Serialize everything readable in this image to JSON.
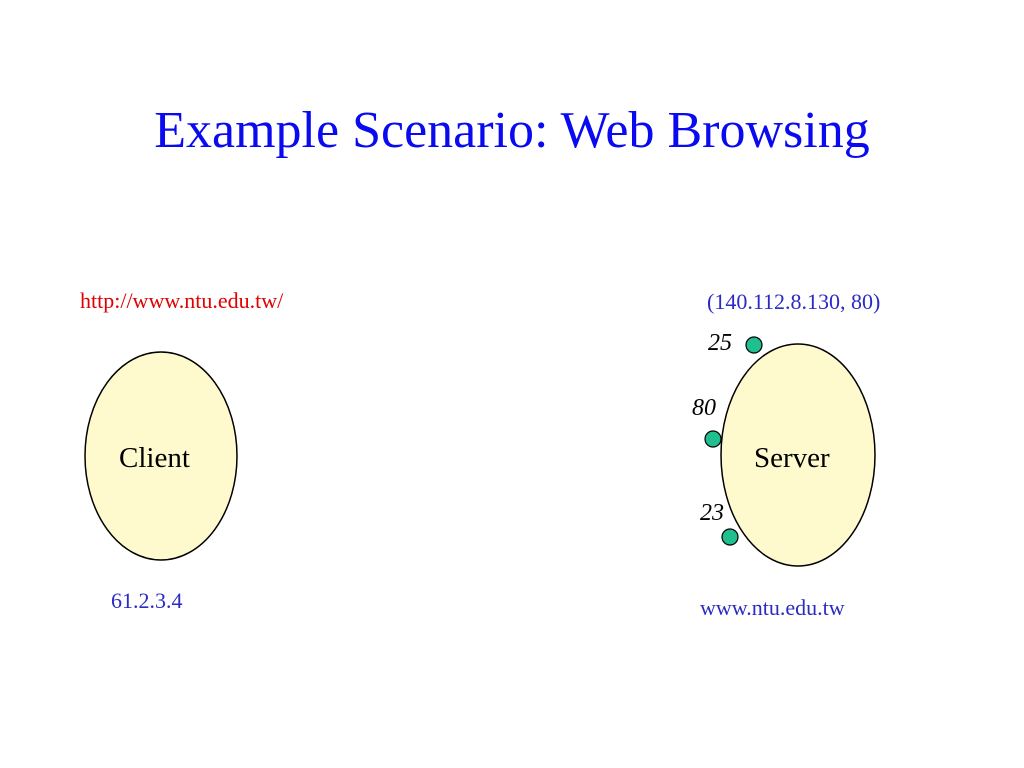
{
  "title": "Example Scenario: Web Browsing",
  "client": {
    "url": "http://www.ntu.edu.tw/",
    "label": "Client",
    "ip": "61.2.3.4"
  },
  "server": {
    "address": "(140.112.8.130, 80)",
    "label": "Server",
    "hostname": "www.ntu.edu.tw",
    "ports": [
      "25",
      "80",
      "23"
    ]
  },
  "colors": {
    "title": "#0a0af0",
    "url": "#e00000",
    "info": "#2b2bc4",
    "node_fill": "#fffacd",
    "port_fill": "#1fbf8f"
  }
}
